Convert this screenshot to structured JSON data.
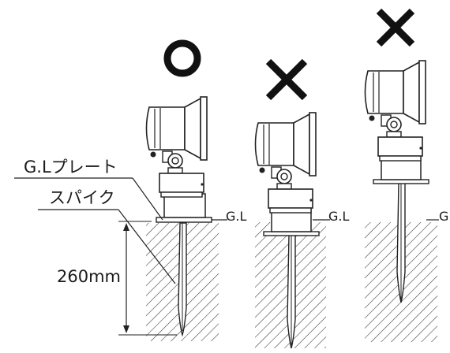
{
  "labels": {
    "gl_plate": "G.Lプレート",
    "spike": "スパイク",
    "depth": "260mm",
    "gl_1": "G.L",
    "gl_2": "G.L",
    "gl_3": "G"
  },
  "verdicts": {
    "left": "correct",
    "middle": "incorrect",
    "right": "incorrect"
  }
}
